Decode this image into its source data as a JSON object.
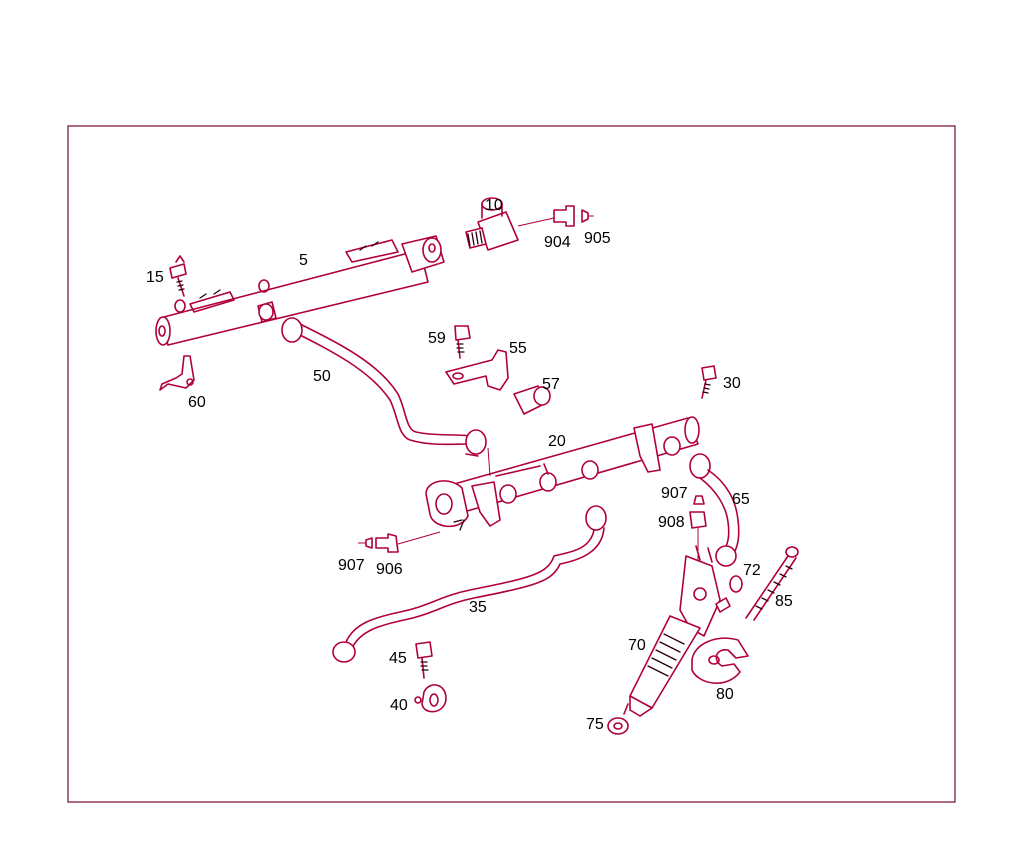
{
  "colors": {
    "line": "#b0003a",
    "frame": "#7a0a26",
    "label": "#000000",
    "background": "#ffffff"
  },
  "labels": {
    "p5": "5",
    "p10": "10",
    "p15": "15",
    "p20": "20",
    "p30": "30",
    "p35": "35",
    "p40": "40",
    "p45": "45",
    "p50": "50",
    "p55": "55",
    "p57": "57",
    "p59": "59",
    "p60": "60",
    "p65": "65",
    "p70": "70",
    "p72": "72",
    "p75": "75",
    "p80": "80",
    "p85": "85",
    "p904": "904",
    "p905": "905",
    "p906": "906",
    "p907a": "907",
    "p907b": "907",
    "p908": "908"
  }
}
